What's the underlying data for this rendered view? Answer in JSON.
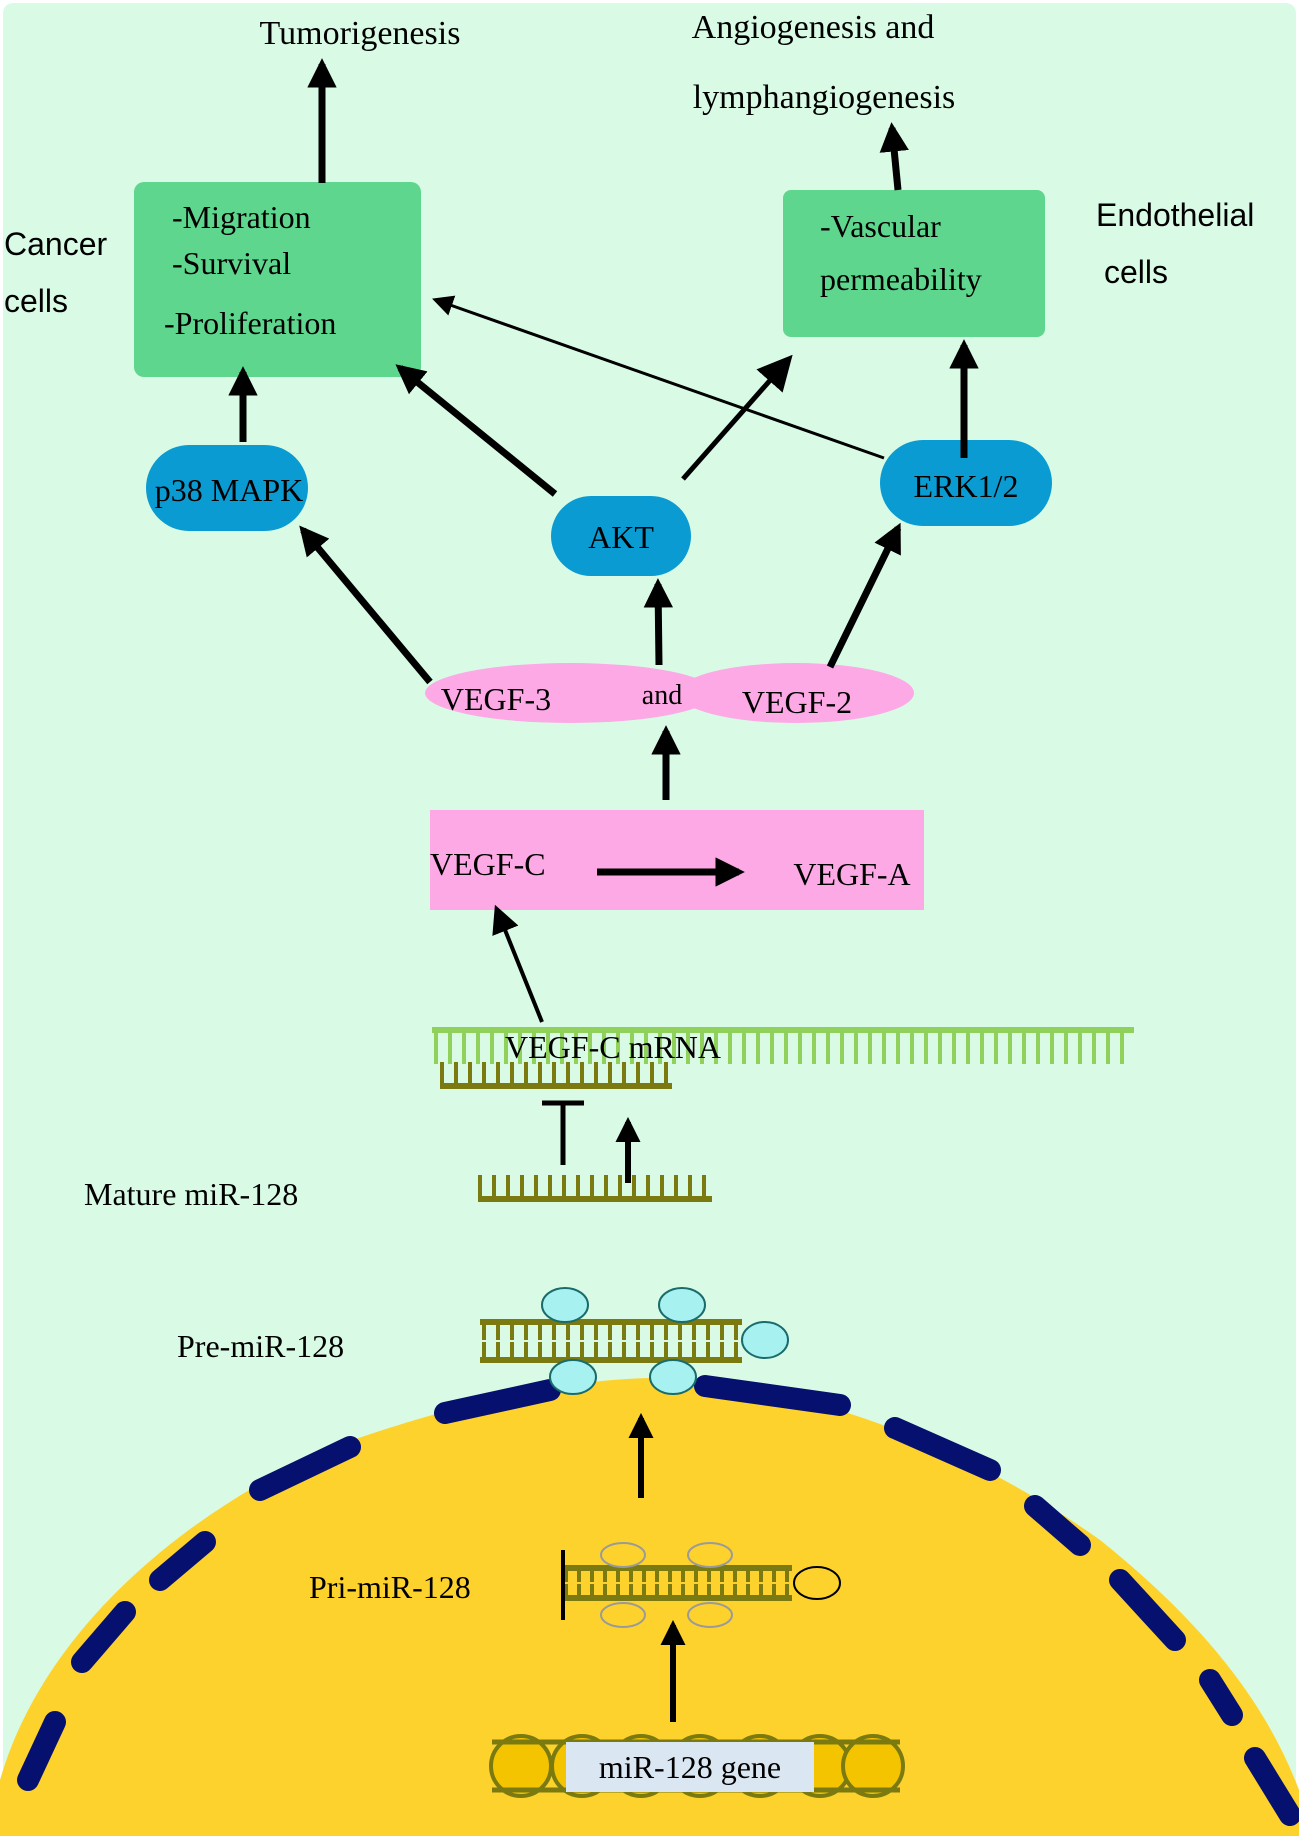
{
  "outcomes": {
    "tumorigenesis": "Tumorigenesis",
    "angiogenesis_line1": "Angiogenesis and",
    "angiogenesis_line2": "lymphangiogenesis"
  },
  "cell_labels": {
    "cancer_line1": "Cancer",
    "cancer_line2": "cells",
    "endothelial_line1": "Endothelial",
    "endothelial_line2": "cells"
  },
  "cancer_box": {
    "line1": "-Migration",
    "line2": "-Survival",
    "line3": "-Proliferation"
  },
  "endothelial_box": {
    "line1": "-Vascular",
    "line2": "permeability"
  },
  "kinases": {
    "p38": "p38 MAPK",
    "akt": "AKT",
    "erk": "ERK1/2"
  },
  "receptors": {
    "left": "VEGF-3",
    "connector": "and",
    "right": "VEGF-2"
  },
  "ligands": {
    "vegf_c": "VEGF-C",
    "vegf_a": "VEGF-A"
  },
  "mrna_label": "VEGF-C mRNA",
  "mirna_labels": {
    "mature": "Mature miR-128",
    "pre": "Pre-miR-128",
    "pri": "Pri-miR-128",
    "gene": "miR-128 gene"
  },
  "colors": {
    "background": "#d9fbe6",
    "green_box": "#5fd68e",
    "kinase_blue": "#0a9bd2",
    "pink": "#fca9e6",
    "nucleus_yellow": "#fdd22c",
    "membrane_navy": "#06106e",
    "mrna_green": "#8fd15a",
    "mirna_olive": "#7a7a10",
    "protein_cyan": "#a7f1f1"
  }
}
